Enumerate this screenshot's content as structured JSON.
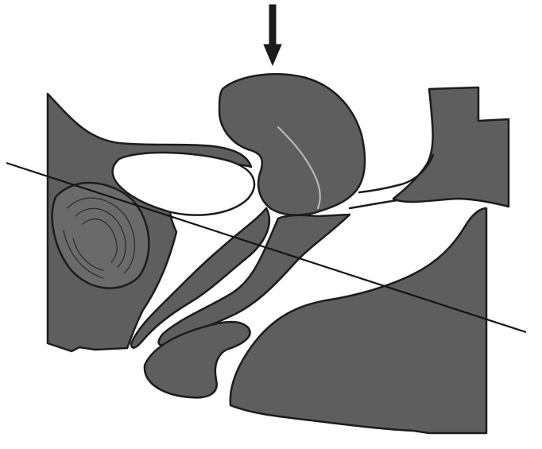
{
  "figure": {
    "colors": {
      "tissue": "#5e5e5e",
      "outline": "#1c1c1c",
      "background": "#ffffff"
    },
    "arrow": {
      "direction": "down"
    },
    "structures": [
      "anterior-wall-tissue",
      "oval-cavity",
      "ovoid-organ",
      "bulbous-organ",
      "posterior-wall-tissue",
      "upper-channel",
      "middle-channel",
      "lower-channel",
      "distal-lobe",
      "lower-right-mass",
      "section-plane-line"
    ]
  }
}
